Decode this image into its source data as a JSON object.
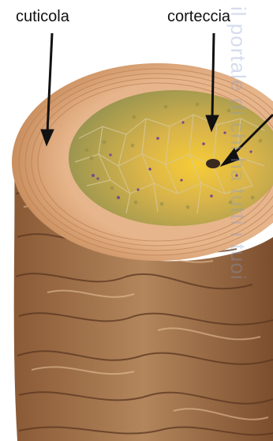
{
  "labels": {
    "cuticle": "cuticola",
    "cortex": "corteccia"
  },
  "watermark": "il portale di chi ha tutti i tuoi",
  "colors": {
    "cuticle_scale": "#a97a52",
    "cuticle_fiber": "#d9a47a",
    "cortex_cell": "#b8a24e",
    "medulla_core": "#f2c12a",
    "pigment": "#7a4a8a",
    "arrow": "#111111"
  },
  "icons": [
    "arrow-cuticle-icon",
    "arrow-cortex-icon",
    "arrow-medulla-icon"
  ]
}
